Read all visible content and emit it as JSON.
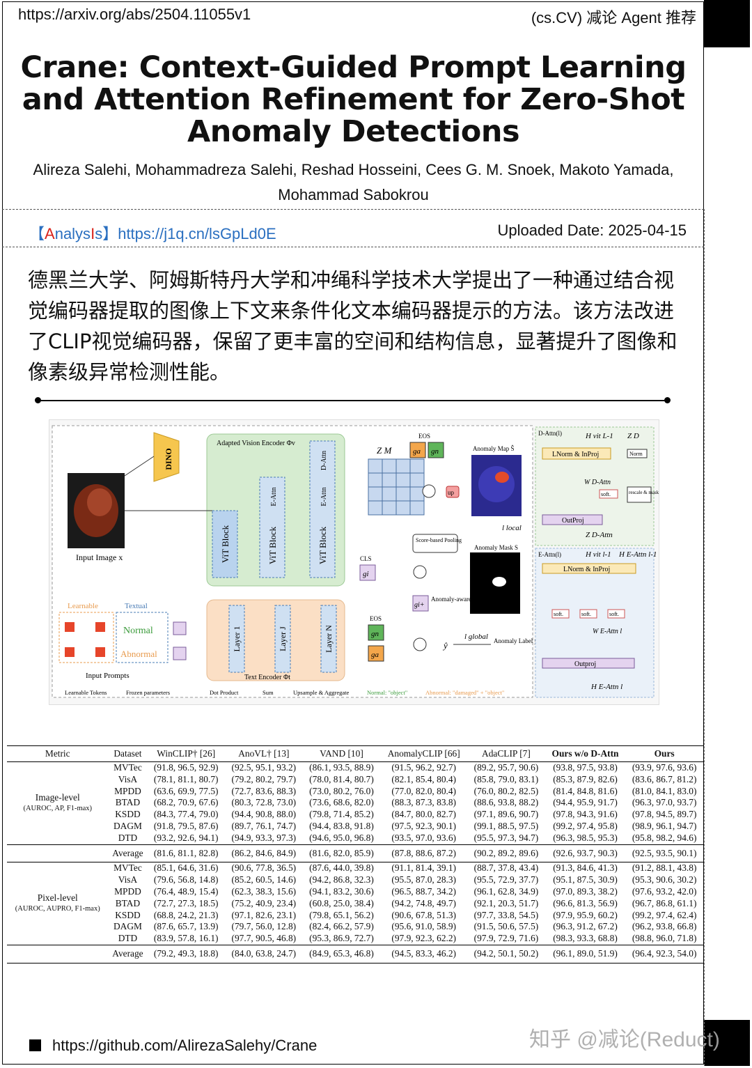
{
  "header": {
    "url": "https://arxiv.org/abs/2504.11055v1",
    "tag": "(cs.CV) 减论 Agent 推荐"
  },
  "paper": {
    "title": "Crane: Context-Guided Prompt Learning and Attention Refinement for Zero-Shot Anomaly Detections",
    "authors": "Alireza Salehi, Mohammadreza Salehi, Reshad Hosseini, Cees G. M. Snoek, Makoto Yamada, Mohammad Sabokrou"
  },
  "analysis": {
    "open_bracket": "【",
    "label_a": "A",
    "label_mid": "nalys",
    "label_i": "I",
    "label_s": "s",
    "close_bracket": "】",
    "link": "https://j1q.cn/lsGpLd0E",
    "uploaded": "Uploaded Date: 2025-04-15"
  },
  "summary": "德黑兰大学、阿姆斯特丹大学和冲绳科学技术大学提出了一种通过结合视觉编码器提取的图像上下文来条件化文本编码器提示的方法。该方法改进了CLIP视觉编码器，保留了更丰富的空间和结构信息，显著提升了图像和像素级异常检测性能。",
  "figure": {
    "dino": "DINO",
    "adapted_vision_encoder": "Adapted Vision Encoder Φv",
    "vit_block": "ViT Block",
    "e_attn": "E-Attn",
    "d_attn": "D-Attn",
    "input_image": "Input Image x",
    "eos": "EOS",
    "cls": "CLS",
    "zm": "Z M",
    "anomaly_map": "Anomaly Map Ŝ",
    "anomaly_mask": "Anomaly Mask S",
    "l_local": "l local",
    "l_global": "l global",
    "score_pooling": "Score-based Pooling",
    "anomaly_aware": "Anomaly-aware",
    "up": "up",
    "ga": "ga",
    "gn": "gn",
    "gi": "gi",
    "gi_plus": "gi+",
    "learnable": "Learnable",
    "textual": "Textual",
    "normal": "Normal",
    "abnormal": "Abnormal",
    "input_prompts": "Input Prompts",
    "layer1": "Layer 1",
    "layerj": "Layer J",
    "layern": "Layer N",
    "text_encoder": "Text Encoder Φt",
    "y_hat": "ŷ",
    "anomaly_label": "Anomaly Label y",
    "legend_learnable": "Learnable Tokens",
    "legend_frozen": "Frozen parameters",
    "legend_dot": "Dot Product",
    "legend_sum": "Sum",
    "legend_up": "Upsample & Aggregate",
    "legend_normal": "Normal: \"object\"",
    "legend_abnormal": "Abnormal: \"damaged\" + \"object\"",
    "d_attn_panel": "D-Attn(l)",
    "e_attn_panel": "E-Attn(l)",
    "lnorm": "LNorm & InProj",
    "norm": "Norm",
    "soft": "soft.",
    "rescale": "rescale & mask",
    "outproj": "OutProj",
    "outproj2": "Outproj",
    "h_vit": "H vit L-1",
    "z_d": "Z D",
    "w_d": "W D-Attn",
    "z_dattn": "Z D-Attn",
    "h_vit_l": "H vit l-1",
    "h_eattn": "H E-Attn l-1",
    "w_e": "W E-Attn l",
    "h_out": "H E-Attn l"
  },
  "table": {
    "headers": [
      "Metric",
      "Dataset",
      "WinCLIP† [26]",
      "AnoVL† [13]",
      "VAND [10]",
      "AnomalyCLIP [66]",
      "AdaCLIP [7]",
      "Ours w/o D-Attn",
      "Ours"
    ],
    "image_metric": "Image-level",
    "image_metric_sub": "(AUROC, AP, F1-max)",
    "pixel_metric": "Pixel-level",
    "pixel_metric_sub": "(AUROC, AUPRO, F1-max)",
    "image_rows": [
      [
        "MVTec",
        "(91.8, 96.5, 92.9)",
        "(92.5, 95.1, 93.2)",
        "(86.1, 93.5, 88.9)",
        "(91.5, 96.2, 92.7)",
        "(89.2, 95.7, 90.6)",
        "(93.8, 97.5, 93.8)",
        "(93.9, 97.6, 93.6)"
      ],
      [
        "VisA",
        "(78.1, 81.1, 80.7)",
        "(79.2, 80.2, 79.7)",
        "(78.0, 81.4, 80.7)",
        "(82.1, 85.4, 80.4)",
        "(85.8, 79.0, 83.1)",
        "(85.3, 87.9, 82.6)",
        "(83.6, 86.7, 81.2)"
      ],
      [
        "MPDD",
        "(63.6, 69.9, 77.5)",
        "(72.7, 83.6, 88.3)",
        "(73.0, 80.2, 76.0)",
        "(77.0, 82.0, 80.4)",
        "(76.0, 80.2, 82.5)",
        "(81.4, 84.8, 81.6)",
        "(81.0, 84.1, 83.0)"
      ],
      [
        "BTAD",
        "(68.2, 70.9, 67.6)",
        "(80.3, 72.8, 73.0)",
        "(73.6, 68.6, 82.0)",
        "(88.3, 87.3, 83.8)",
        "(88.6, 93.8, 88.2)",
        "(94.4, 95.9, 91.7)",
        "(96.3, 97.0, 93.7)"
      ],
      [
        "KSDD",
        "(84.3, 77.4, 79.0)",
        "(94.4, 90.8, 88.0)",
        "(79.8, 71.4, 85.2)",
        "(84.7, 80.0, 82.7)",
        "(97.1, 89.6, 90.7)",
        "(97.8, 94.3, 91.6)",
        "(97.8, 94.5, 89.7)"
      ],
      [
        "DAGM",
        "(91.8, 79.5, 87.6)",
        "(89.7, 76.1, 74.7)",
        "(94.4, 83.8, 91.8)",
        "(97.5, 92.3, 90.1)",
        "(99.1, 88.5, 97.5)",
        "(99.2, 97.4, 95.8)",
        "(98.9, 96.1, 94.7)"
      ],
      [
        "DTD",
        "(93.2, 92.6, 94.1)",
        "(94.9, 93.3, 97.3)",
        "(94.6, 95.0, 96.8)",
        "(93.5, 97.0, 93.6)",
        "(95.5, 97.3, 94.7)",
        "(96.3, 98.5, 95.3)",
        "(95.8, 98.2, 94.6)"
      ]
    ],
    "image_avg": [
      "Average",
      "(81.6, 81.1, 82.8)",
      "(86.2, 84.6, 84.9)",
      "(81.6, 82.0, 85.9)",
      "(87.8, 88.6, 87.2)",
      "(90.2, 89.2, 89.6)",
      "(92.6, 93.7, 90.3)",
      "(92.5, 93.5, 90.1)"
    ],
    "pixel_rows": [
      [
        "MVTec",
        "(85.1, 64.6, 31.6)",
        "(90.6, 77.8, 36.5)",
        "(87.6, 44.0, 39.8)",
        "(91.1, 81.4, 39.1)",
        "(88.7, 37.8, 43.4)",
        "(91.3, 84.6, 41.3)",
        "(91.2, 88.1, 43.8)"
      ],
      [
        "VisA",
        "(79.6, 56.8, 14.8)",
        "(85.2, 60.5, 14.6)",
        "(94.2, 86.8, 32.3)",
        "(95.5, 87.0, 28.3)",
        "(95.5, 72.9, 37.7)",
        "(95.1, 87.5, 30.9)",
        "(95.3, 90.6, 30.2)"
      ],
      [
        "MPDD",
        "(76.4, 48.9, 15.4)",
        "(62.3, 38.3, 15.6)",
        "(94.1, 83.2, 30.6)",
        "(96.5, 88.7, 34.2)",
        "(96.1, 62.8, 34.9)",
        "(97.0, 89.3, 38.2)",
        "(97.6, 93.2, 42.0)"
      ],
      [
        "BTAD",
        "(72.7, 27.3, 18.5)",
        "(75.2, 40.9, 23.4)",
        "(60.8, 25.0, 38.4)",
        "(94.2, 74.8, 49.7)",
        "(92.1, 20.3, 51.7)",
        "(96.6, 81.3, 56.9)",
        "(96.7, 86.8, 61.1)"
      ],
      [
        "KSDD",
        "(68.8, 24.2, 21.3)",
        "(97.1, 82.6, 23.1)",
        "(79.8, 65.1, 56.2)",
        "(90.6, 67.8, 51.3)",
        "(97.7, 33.8, 54.5)",
        "(97.9, 95.9, 60.2)",
        "(99.2, 97.4, 62.4)"
      ],
      [
        "DAGM",
        "(87.6, 65.7, 13.9)",
        "(79.7, 56.0, 12.8)",
        "(82.4, 66.2, 57.9)",
        "(95.6, 91.0, 58.9)",
        "(91.5, 50.6, 57.5)",
        "(96.3, 91.2, 67.2)",
        "(96.2, 93.8, 66.8)"
      ],
      [
        "DTD",
        "(83.9, 57.8, 16.1)",
        "(97.7, 90.5, 46.8)",
        "(95.3, 86.9, 72.7)",
        "(97.9, 92.3, 62.2)",
        "(97.9, 72.9, 71.6)",
        "(98.3, 93.3, 68.8)",
        "(98.8, 96.0, 71.8)"
      ]
    ],
    "pixel_avg": [
      "Average",
      "(79.2, 49.3, 18.8)",
      "(84.0, 63.8, 24.7)",
      "(84.9, 65.3, 46.8)",
      "(94.5, 83.3, 46.2)",
      "(94.2, 50.1, 50.2)",
      "(96.1, 89.0, 51.9)",
      "(96.4, 92.3, 54.0)"
    ]
  },
  "footer": {
    "github": "https://github.com/AlirezaSalehy/Crane",
    "watermark": "知乎 @减论(Reduct)"
  }
}
